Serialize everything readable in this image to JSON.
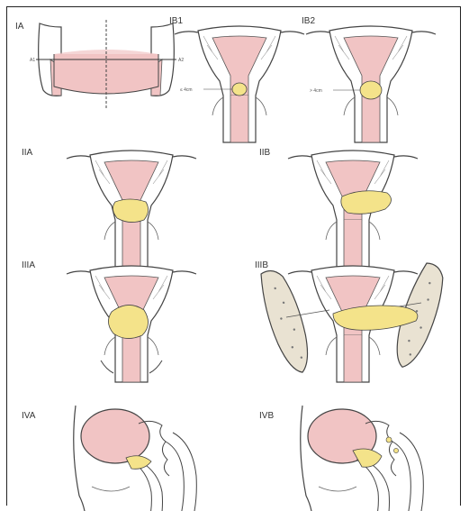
{
  "figure": {
    "panels": [
      {
        "id": "IA",
        "label": "IA"
      },
      {
        "id": "IB1",
        "label": "IB1"
      },
      {
        "id": "IB2",
        "label": "IB2"
      },
      {
        "id": "IIA",
        "label": "IIA"
      },
      {
        "id": "IIB",
        "label": "IIB"
      },
      {
        "id": "IIIA",
        "label": "IIIA"
      },
      {
        "id": "IIIB",
        "label": "IIIB"
      },
      {
        "id": "IVA",
        "label": "IVA"
      },
      {
        "id": "IVB",
        "label": "IVB"
      }
    ],
    "ia_axis_labels": {
      "a1": "A1",
      "a2": "A2"
    },
    "size_labels": {
      "ib1": "≤ 4cm",
      "ib2": "> 4cm"
    }
  },
  "colors": {
    "outline": "#444444",
    "tissue_pink": "#f1c4c4",
    "tumor_yellow": "#f4e38a",
    "bone_fill": "#e9e2d2",
    "background": "#ffffff"
  }
}
